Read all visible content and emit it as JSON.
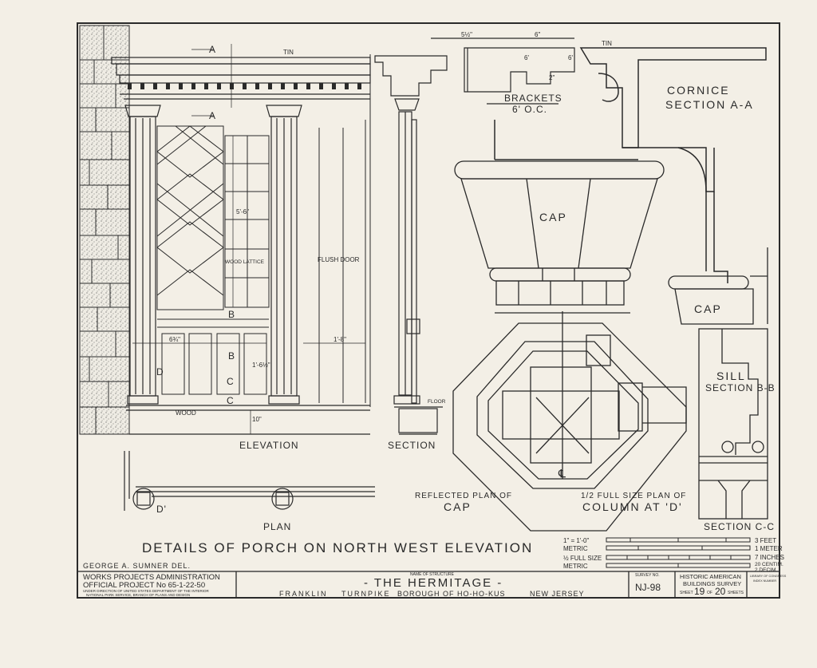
{
  "drawing": {
    "labels": {
      "elevation": "ELEVATION",
      "section": "SECTION",
      "plan": "PLAN",
      "cornice": "CORNICE",
      "cornice_sub": "SECTION A-A",
      "brackets": "BRACKETS",
      "brackets_sub": "6' O.C.",
      "cap": "CAP",
      "cap2": "CAP",
      "sill": "SILL",
      "sill_sub": "SECTION B-B",
      "section_cc": "SECTION C-C",
      "reflected_plan": "REFLECTED PLAN OF",
      "reflected_plan_cap": "CAP",
      "column_plan": "1/2 FULL SIZE PLAN OF",
      "column_plan_sub": "COLUMN AT 'D'",
      "wood_lattice": "WOOD LATTICE",
      "flush_door": "FLUSH DOOR",
      "floor": "FLOOR",
      "wood": "WOOD",
      "tin": "TIN",
      "tin2": "TIN",
      "cl": "℄",
      "mark_a": "A",
      "mark_a2": "A",
      "mark_b": "B",
      "mark_b2": "B",
      "mark_c": "C",
      "mark_c2": "C",
      "mark_d": "D",
      "mark_d2": "D'"
    },
    "dims": {
      "d1": "5½\"",
      "d2": "6\"",
      "d3": "6'",
      "d4": "6'",
      "d5": "2\"",
      "d6": "5'-6\"",
      "d7": "1'-8\"",
      "d8": "1'-6½\"",
      "d9": "10\"",
      "d10": "6¾\""
    },
    "title": "DETAILS OF PORCH ON NORTH WEST ELEVATION",
    "delineator": "GEORGE A. SUMNER DEL.",
    "scales": {
      "s1": "1\" = 1'-0\"",
      "s1_end": "3 FEET",
      "s2": "METRIC",
      "s2_end": "1 METER",
      "s3": "½ FULL SIZE",
      "s3_end": "7 INCHES",
      "s4": "METRIC",
      "s4_end": "20 CENTIM.",
      "s4_end2": "2 DECIM."
    }
  },
  "title_block": {
    "wpa_line1": "WORKS PROJECTS ADMINISTRATION",
    "wpa_line2": "OFFICIAL PROJECT No 65-1-22-50",
    "wpa_line3": "UNDER DIRECTION OF UNITED STATES DEPARTMENT OF THE INTERIOR",
    "wpa_line4": "NATIONAL PARK SERVICE, BRANCH OF PLANS AND DESIGN",
    "name_label": "NAME OF STRUCTURE",
    "structure_name": "- THE HERMITAGE -",
    "loc1": "FRANKLIN",
    "loc2": "TURNPIKE",
    "loc3": "BOROUGH OF HO-HO-KUS",
    "loc4": "NEW JERSEY",
    "survey_label": "SURVEY NO.",
    "survey_no": "NJ-98",
    "habs1": "HISTORIC AMERICAN",
    "habs2": "BUILDINGS SURVEY",
    "sheet_word": "SHEET",
    "sheet_no": "19",
    "of_word": "OF",
    "sheet_total": "20",
    "sheets_word": "SHEETS",
    "lib1": "LIBRARY OF CONGRESS",
    "lib2": "INDEX NUMBER"
  }
}
